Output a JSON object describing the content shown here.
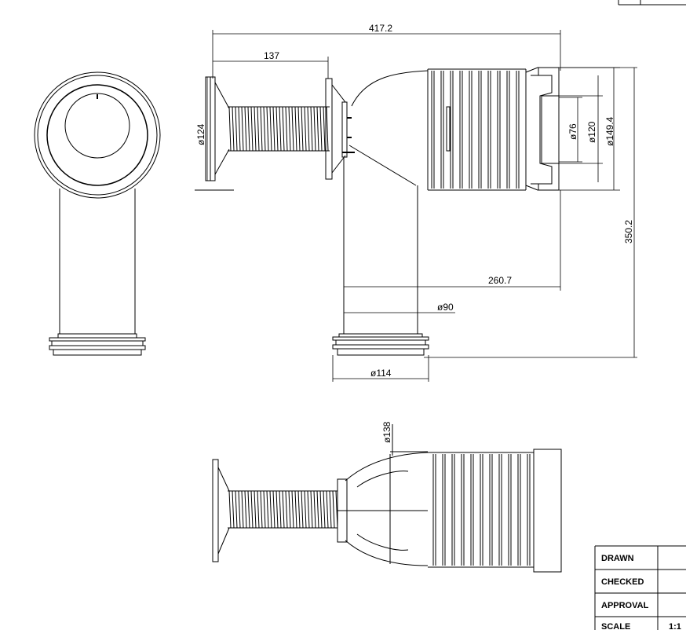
{
  "dimensions": {
    "overall_length": "417.2",
    "flange_to_outlet": "137",
    "flange_dia": "ø124",
    "inner_dia": "ø76",
    "outer_dia_small": "ø120",
    "outer_dia_large": "ø149.4",
    "overall_height": "350.2",
    "horizontal_offset": "260.7",
    "pipe_dia": "ø90",
    "socket_dia": "ø114",
    "bend_dia": "ø138"
  },
  "title_block": {
    "drawn_label": "DRAWN",
    "checked_label": "CHECKED",
    "approval_label": "APPROVAL",
    "scale_label": "SCALE",
    "scale_value": "1:1"
  },
  "colors": {
    "line": "#000000",
    "background": "#ffffff"
  }
}
